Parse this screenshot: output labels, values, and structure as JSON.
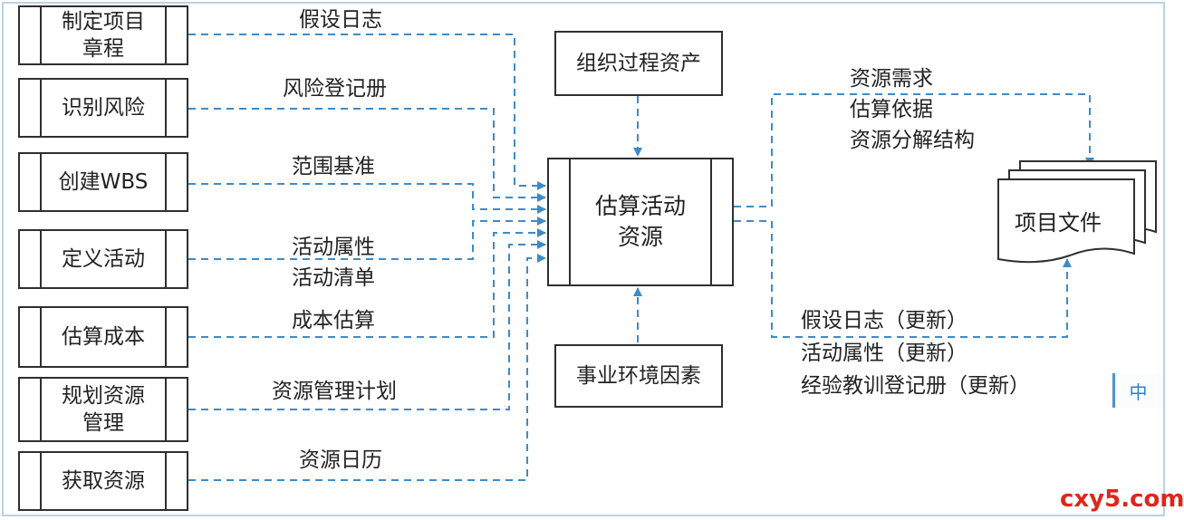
{
  "inputs": [
    {
      "process": "制定项目\n章程",
      "artifact": "假设日志"
    },
    {
      "process": "识别风险",
      "artifact": "风险登记册"
    },
    {
      "process": "创建WBS",
      "artifact": "范围基准"
    },
    {
      "process": "定义活动",
      "artifact": "活动属性\n活动清单"
    },
    {
      "process": "估算成本",
      "artifact": "成本估算"
    },
    {
      "process": "规划资源\n管理",
      "artifact": "资源管理计划"
    },
    {
      "process": "获取资源",
      "artifact": "资源日历"
    }
  ],
  "center": {
    "process": "估算活动\n资源",
    "top_input": "组织过程资产",
    "bottom_input": "事业环境因素"
  },
  "outputs": {
    "document": "项目文件",
    "primary": "资源需求\n估算依据\n资源分解结构",
    "updates": "假设日志（更新）\n活动属性（更新）\n经验教训登记册（更新）"
  },
  "badge": "中",
  "watermark": "cxy5.com",
  "colors": {
    "line": "#3d8bc9",
    "border": "#2f2f2f",
    "frame": "#b9d2e7",
    "watermark": "#e0261b"
  }
}
